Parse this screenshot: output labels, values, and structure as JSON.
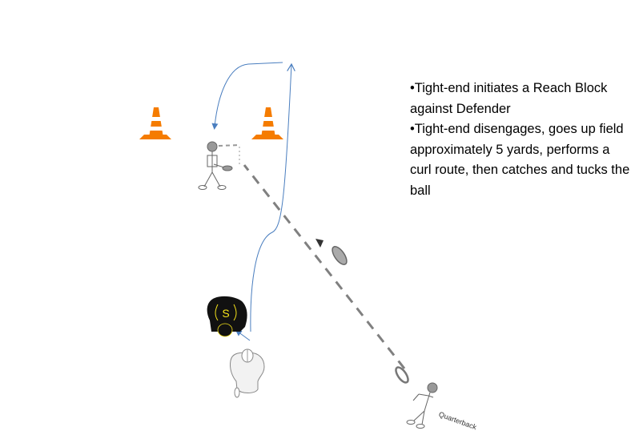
{
  "notes": [
    "•Tight-end initiates a Reach Block against Defender",
    "•Tight-end disengages, goes up field approximately 5 yards, performs a curl route, then catches and tucks the ball"
  ],
  "labels": {
    "quarterback": "Quarterback",
    "defender_letter": "S"
  },
  "colors": {
    "route": "#4a7ebf",
    "cone": "#f57c00",
    "pass": "#808080",
    "defender": "#111111",
    "defender_accent": "#f4e21a"
  }
}
